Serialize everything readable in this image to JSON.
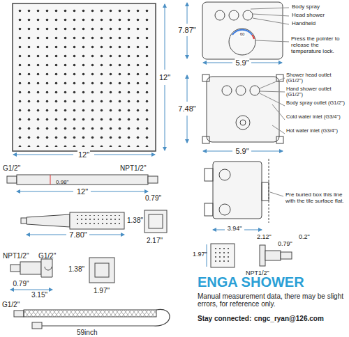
{
  "diagram": {
    "title": "ENGA SHOWER",
    "labels": [
      "Body spray",
      "Head shower",
      "Handheld",
      "60",
      "Press the pointer to release the temperature lock.",
      "7.87\"",
      "5.9\"",
      "Shower head outlet (G1/2\")",
      "Hand shower outlet (G1/2\")",
      "Body spray outlet (G1/2\")",
      "Cold water inlet (G3/4\")",
      "Hot water inlet (G3/4\")",
      "7.48\"",
      "5.9\"",
      "Pre buried box this line with the tile surface flat.",
      "3.94\"",
      "12\"",
      "12\"",
      "G1/2\"",
      "NPT1/2\"",
      "0.98\"",
      "12\"",
      "0.79\"",
      "7.80\"",
      "1.38\"",
      "2.17\"",
      "NPT1/2\"",
      "G1/2\"",
      "0.79\"",
      "1.38\"",
      "1.97\"",
      "3.15\"",
      "G1/2\"",
      "59inch",
      "1.97\"",
      "2.12\"",
      "0.2\"",
      "0.79\"",
      "NPT1/2\"",
      "Manual measurement data, there may be slight errors, for reference only.",
      "Stay connected:",
      "cngc_ryan@126.com"
    ]
  }
}
